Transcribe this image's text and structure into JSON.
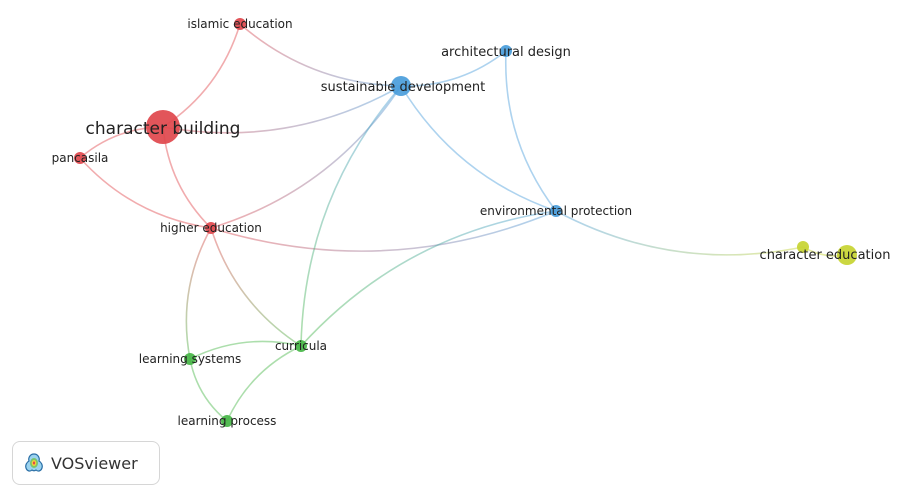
{
  "footer": {
    "brand": "VOSviewer"
  },
  "clusters": {
    "1": "#e0474c",
    "2": "#4a9ddb",
    "3": "#47b647",
    "4": "#c7d431"
  },
  "nodes": [
    {
      "id": "character_building",
      "label": "character building",
      "cluster": 1,
      "weight": 5
    },
    {
      "id": "islamic_education",
      "label": "islamic education",
      "cluster": 1,
      "weight": 2
    },
    {
      "id": "pancasila",
      "label": "pancasila",
      "cluster": 1,
      "weight": 2
    },
    {
      "id": "higher_education",
      "label": "higher education",
      "cluster": 1,
      "weight": 2
    },
    {
      "id": "sustainable_development",
      "label": "sustainable development",
      "cluster": 2,
      "weight": 3
    },
    {
      "id": "architectural_design",
      "label": "architectural design",
      "cluster": 2,
      "weight": 2
    },
    {
      "id": "environmental_protection",
      "label": "environmental protection",
      "cluster": 2,
      "weight": 2
    },
    {
      "id": "curricula",
      "label": "curricula",
      "cluster": 3,
      "weight": 2
    },
    {
      "id": "learning_systems",
      "label": "learning systems",
      "cluster": 3,
      "weight": 2
    },
    {
      "id": "learning_process",
      "label": "learning process",
      "cluster": 3,
      "weight": 2
    },
    {
      "id": "character_education_small",
      "label": "",
      "cluster": 4,
      "weight": 2
    },
    {
      "id": "character_education",
      "label": "character education",
      "cluster": 4,
      "weight": 3
    }
  ],
  "links": [
    [
      "character_building",
      "islamic_education"
    ],
    [
      "character_building",
      "pancasila"
    ],
    [
      "character_building",
      "higher_education"
    ],
    [
      "character_building",
      "sustainable_development"
    ],
    [
      "islamic_education",
      "sustainable_development"
    ],
    [
      "pancasila",
      "higher_education"
    ],
    [
      "higher_education",
      "sustainable_development"
    ],
    [
      "higher_education",
      "environmental_protection"
    ],
    [
      "higher_education",
      "learning_systems"
    ],
    [
      "higher_education",
      "curricula"
    ],
    [
      "sustainable_development",
      "architectural_design"
    ],
    [
      "sustainable_development",
      "environmental_protection"
    ],
    [
      "sustainable_development",
      "curricula"
    ],
    [
      "architectural_design",
      "environmental_protection"
    ],
    [
      "environmental_protection",
      "curricula"
    ],
    [
      "environmental_protection",
      "character_education_small"
    ],
    [
      "curricula",
      "learning_systems"
    ],
    [
      "curricula",
      "learning_process"
    ],
    [
      "learning_systems",
      "learning_process"
    ],
    [
      "character_education_small",
      "character_education"
    ]
  ]
}
